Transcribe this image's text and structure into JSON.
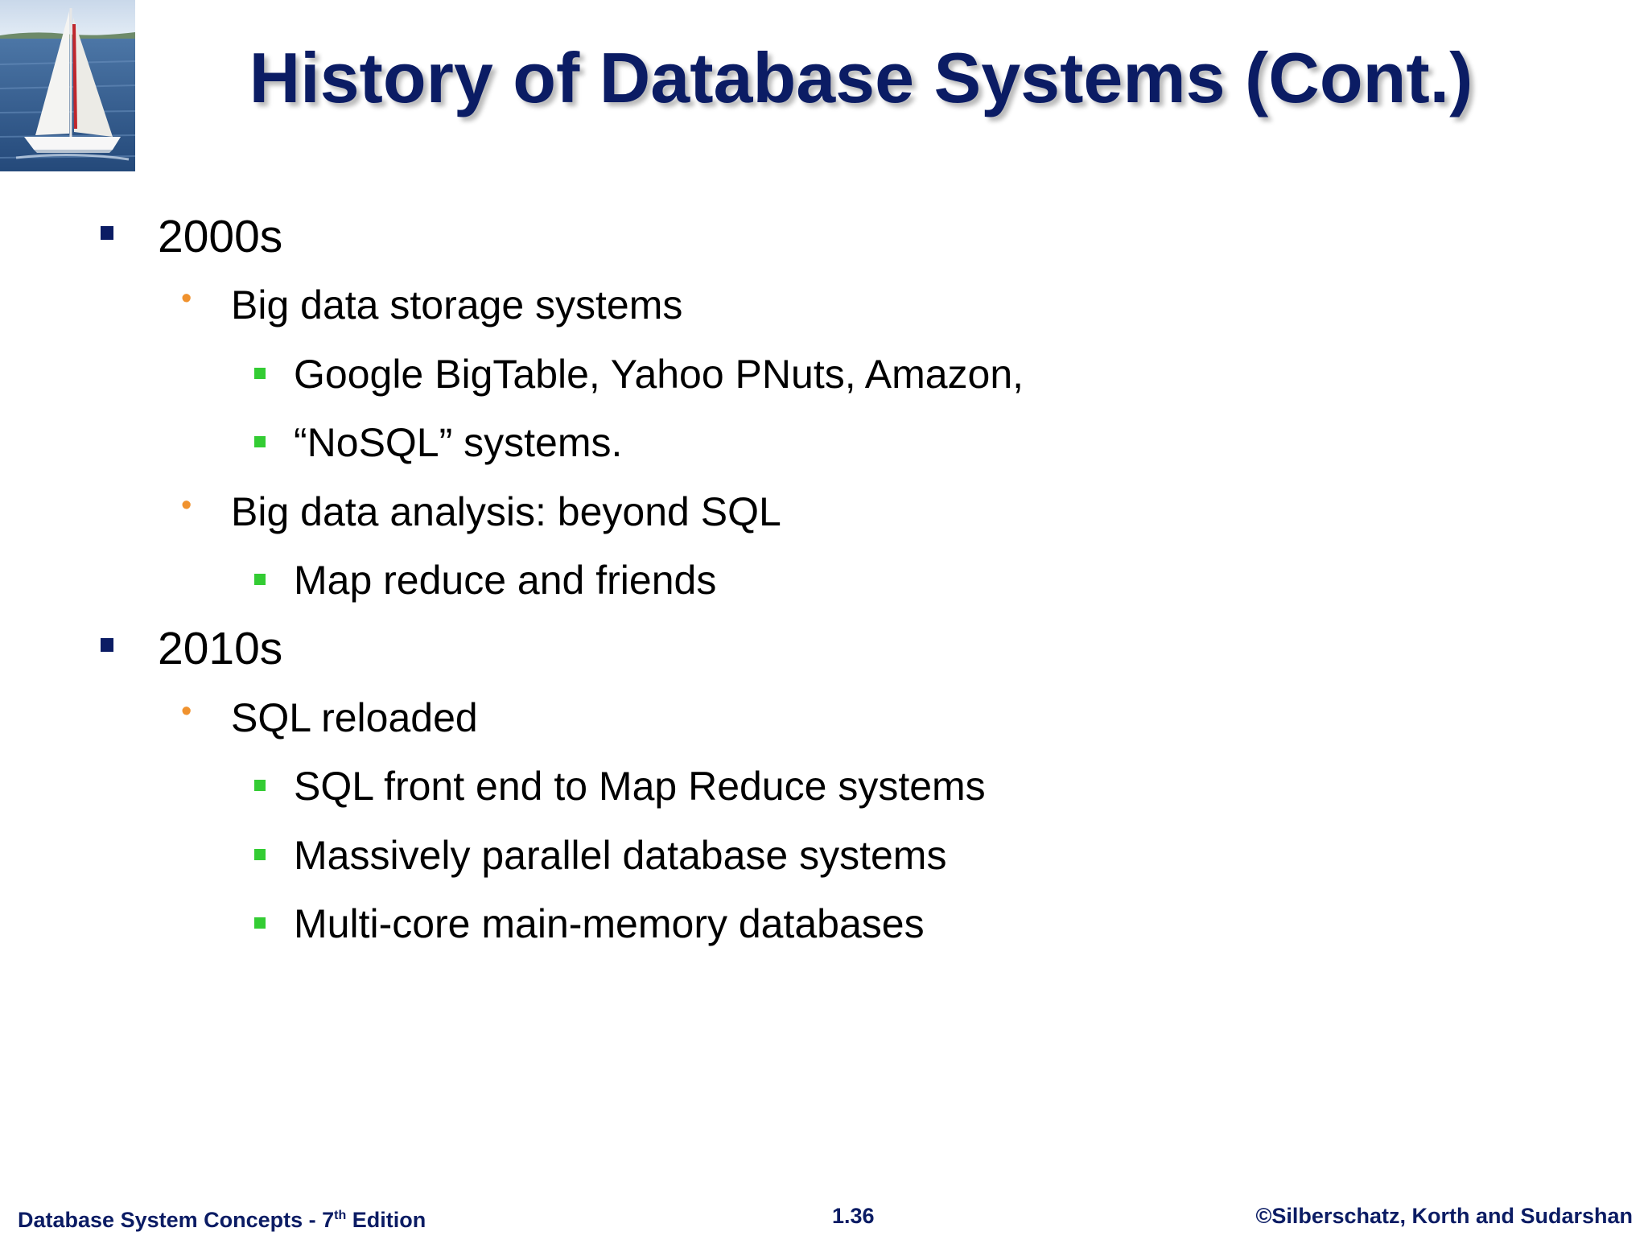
{
  "title": "History of Database Systems (Cont.)",
  "outline": [
    {
      "level": 1,
      "text": "2000s"
    },
    {
      "level": 2,
      "text": "Big data storage systems"
    },
    {
      "level": 3,
      "text": "Google BigTable, Yahoo PNuts, Amazon,"
    },
    {
      "level": 3,
      "text": "“NoSQL” systems."
    },
    {
      "level": 2,
      "text": "Big data analysis: beyond SQL"
    },
    {
      "level": 3,
      "text": "Map reduce and friends"
    },
    {
      "level": 1,
      "text": "2010s"
    },
    {
      "level": 2,
      "text": "SQL reloaded"
    },
    {
      "level": 3,
      "text": "SQL front end to Map Reduce systems"
    },
    {
      "level": 3,
      "text": "Massively parallel database systems"
    },
    {
      "level": 3,
      "text": "Multi-core main-memory databases"
    }
  ],
  "footer": {
    "book_prefix": "Database System Concepts - 7",
    "book_sup": "th",
    "book_suffix": " Edition",
    "page_number": "1.36",
    "copyright": "©Silberschatz, Korth and Sudarshan"
  },
  "colors": {
    "title": "#0b1c64",
    "level1_bullet": "#0b1c64",
    "level2_bullet": "#f0922e",
    "level3_bullet": "#33cc33"
  },
  "icons": {
    "logo": "sailboat-photo-icon",
    "level1": "square-bullet-icon",
    "level2": "dot-bullet-icon",
    "level3": "square-bullet-icon"
  }
}
